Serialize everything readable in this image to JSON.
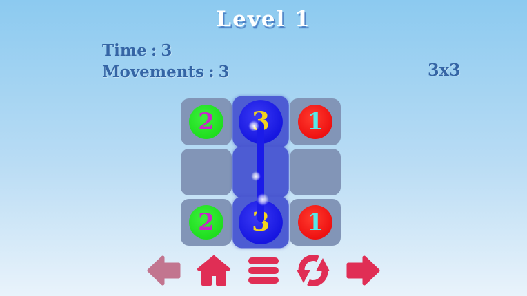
{
  "title": "Level 1",
  "hud": {
    "time": {
      "label": "Time",
      "separator": ":",
      "value": "3"
    },
    "movements": {
      "label": "Movements",
      "separator": ":",
      "value": "3"
    },
    "board_size": "3x3"
  },
  "board": {
    "rows": 3,
    "cols": 3,
    "cells": [
      {
        "id": "r0c0",
        "highlight": false,
        "circle": {
          "value": "2",
          "color": "green"
        }
      },
      {
        "id": "r0c1",
        "highlight": true,
        "circle": {
          "value": "3",
          "color": "blue",
          "endpoint": true
        }
      },
      {
        "id": "r0c2",
        "highlight": false,
        "circle": {
          "value": "1",
          "color": "red"
        }
      },
      {
        "id": "r1c0",
        "highlight": false,
        "circle": null
      },
      {
        "id": "r1c1",
        "highlight": true,
        "circle": null
      },
      {
        "id": "r1c2",
        "highlight": false,
        "circle": null
      },
      {
        "id": "r2c0",
        "highlight": false,
        "circle": {
          "value": "2",
          "color": "green"
        }
      },
      {
        "id": "r2c1",
        "highlight": true,
        "circle": {
          "value": "3",
          "color": "blue",
          "endpoint": true
        }
      },
      {
        "id": "r2c2",
        "highlight": false,
        "circle": {
          "value": "1",
          "color": "red"
        }
      }
    ],
    "path": {
      "color": "blue",
      "from": "r0c1",
      "through": [
        "r1c1"
      ],
      "to": "r2c1"
    }
  },
  "toolbar": {
    "buttons": [
      {
        "id": "back",
        "icon": "arrow-left-icon",
        "enabled": false
      },
      {
        "id": "home",
        "icon": "home-icon",
        "enabled": true
      },
      {
        "id": "levels-menu",
        "icon": "menu-icon",
        "enabled": true
      },
      {
        "id": "restart",
        "icon": "refresh-icon",
        "enabled": true
      },
      {
        "id": "next",
        "icon": "arrow-right-icon",
        "enabled": true
      }
    ]
  },
  "colors": {
    "bg_top": "#8ccaf0",
    "bg_bottom": "#e9f3fb",
    "title_text": "#ffffff",
    "title_shadow": "#4d82c6",
    "hud_text": "#3565a5",
    "cell": "#8295b7",
    "cell_highlight": "#4d5cd3",
    "path_line": "#1b1be8",
    "circle_green": "#1fdd1f",
    "circle_blue": "#1616e0",
    "circle_red": "#ee1111",
    "num_on_green": "#c825c8",
    "num_on_blue": "#f2d31e",
    "num_on_red": "#55e9e9",
    "icon_active": "#e02e55",
    "icon_disabled": "#c2758f"
  }
}
